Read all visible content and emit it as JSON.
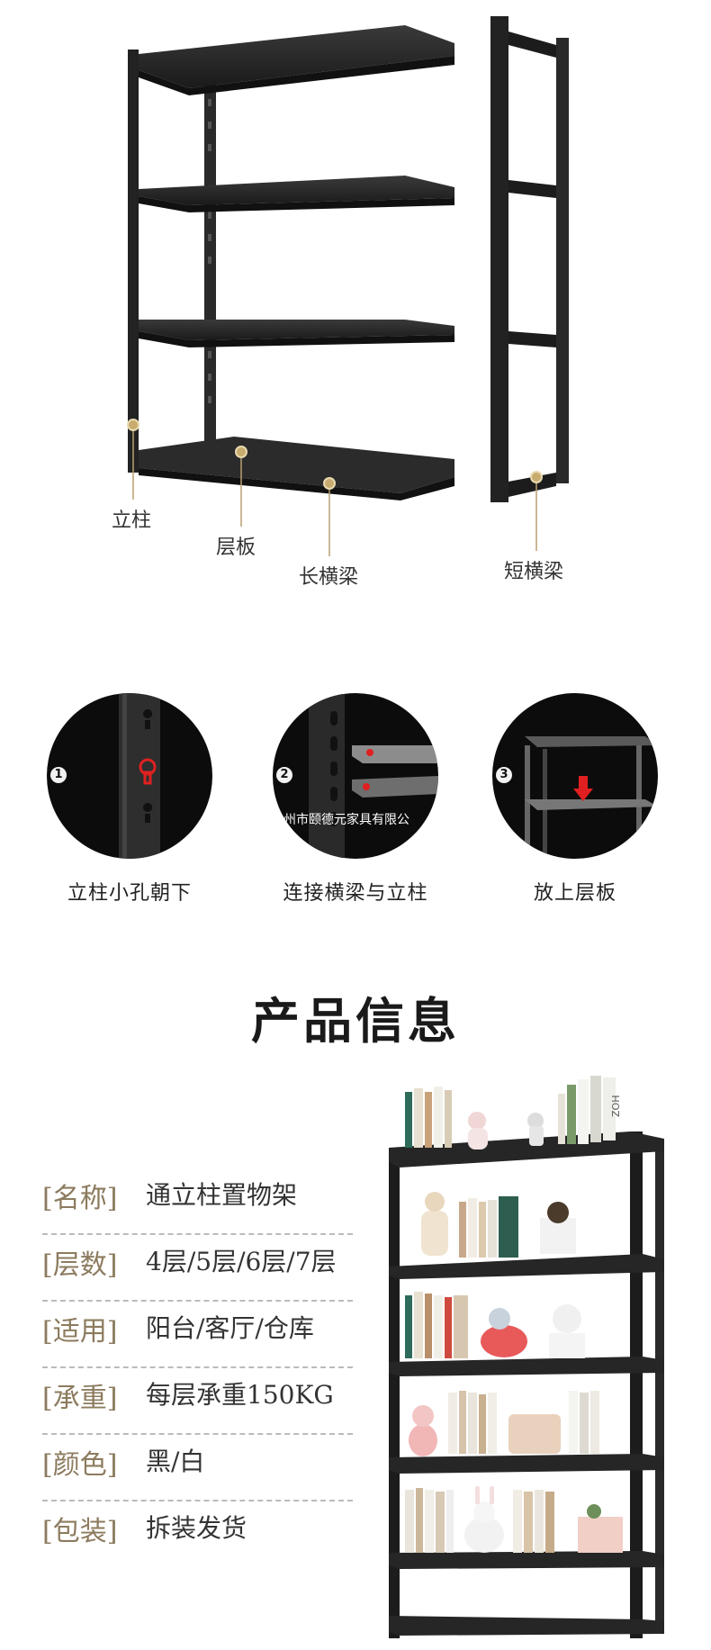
{
  "diagram": {
    "callouts": {
      "upright": "立柱",
      "shelf_board": "层板",
      "long_beam": "长横梁",
      "short_beam": "短横梁"
    }
  },
  "steps": [
    {
      "number": "1",
      "label": "立柱小孔朝下"
    },
    {
      "number": "2",
      "label": "连接横梁与立柱"
    },
    {
      "number": "3",
      "label": "放上层板"
    }
  ],
  "watermark": "州市颐德元家具有限公",
  "title": "产品信息",
  "specs": [
    {
      "key": "[名称]",
      "value": "通立柱置物架"
    },
    {
      "key": "[层数]",
      "value": "4层/5层/6层/7层"
    },
    {
      "key": "[适用]",
      "value": "阳台/客厅/仓库"
    },
    {
      "key": "[承重]",
      "value": "每层承重150KG"
    },
    {
      "key": "[颜色]",
      "value": "黑/白"
    },
    {
      "key": "[包装]",
      "value": "拆装发货"
    }
  ],
  "photo": {
    "book_spine_text": "ZOH"
  },
  "colors": {
    "frame": "#1c1c1c",
    "accent_gold": "#c8ab6e",
    "spec_key": "#8c7b5e",
    "step_highlight": "#e02020"
  }
}
